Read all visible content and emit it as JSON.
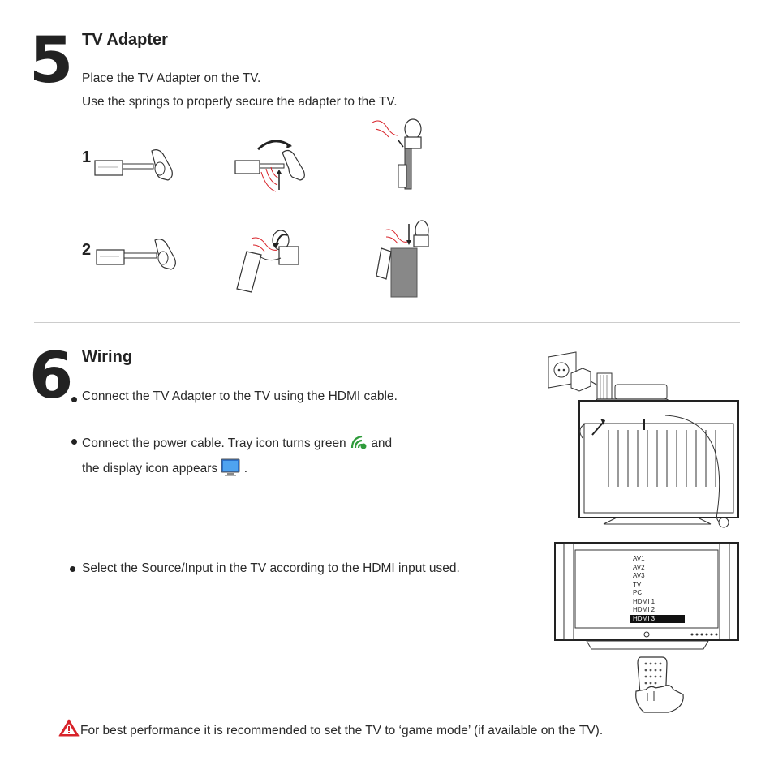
{
  "step5": {
    "number": "5",
    "title": "TV Adapter",
    "line1": "Place the TV Adapter on the TV.",
    "line2": "Use the springs to properly secure the adapter to the TV.",
    "row1_label": "1",
    "row2_label": "2"
  },
  "step6": {
    "number": "6",
    "title": "Wiring",
    "bullet1": "Connect the TV Adapter to the TV using the HDMI cable.",
    "bullet2_part1": "Connect the power cable. Tray icon turns green",
    "bullet2_part2": "and",
    "bullet2_line2": "the display icon appears",
    "bullet2_period": ".",
    "bullet3": "Select the Source/Input in the TV according to the HDMI input used."
  },
  "tv_menu": {
    "items": [
      "AV1",
      "AV2",
      "AV3",
      "TV",
      "PC",
      "HDMI 1",
      "HDMI 2",
      "HDMI 3"
    ],
    "selected": "HDMI 3"
  },
  "note": {
    "text": "For best performance it is recommended to set the TV to ‘game mode’ (if available on the TV).",
    "icon": "warning-triangle-icon",
    "icon_color": "#d8232a"
  },
  "colors": {
    "accent_red": "#d8232a",
    "tray_green": "#2e9b3a"
  }
}
